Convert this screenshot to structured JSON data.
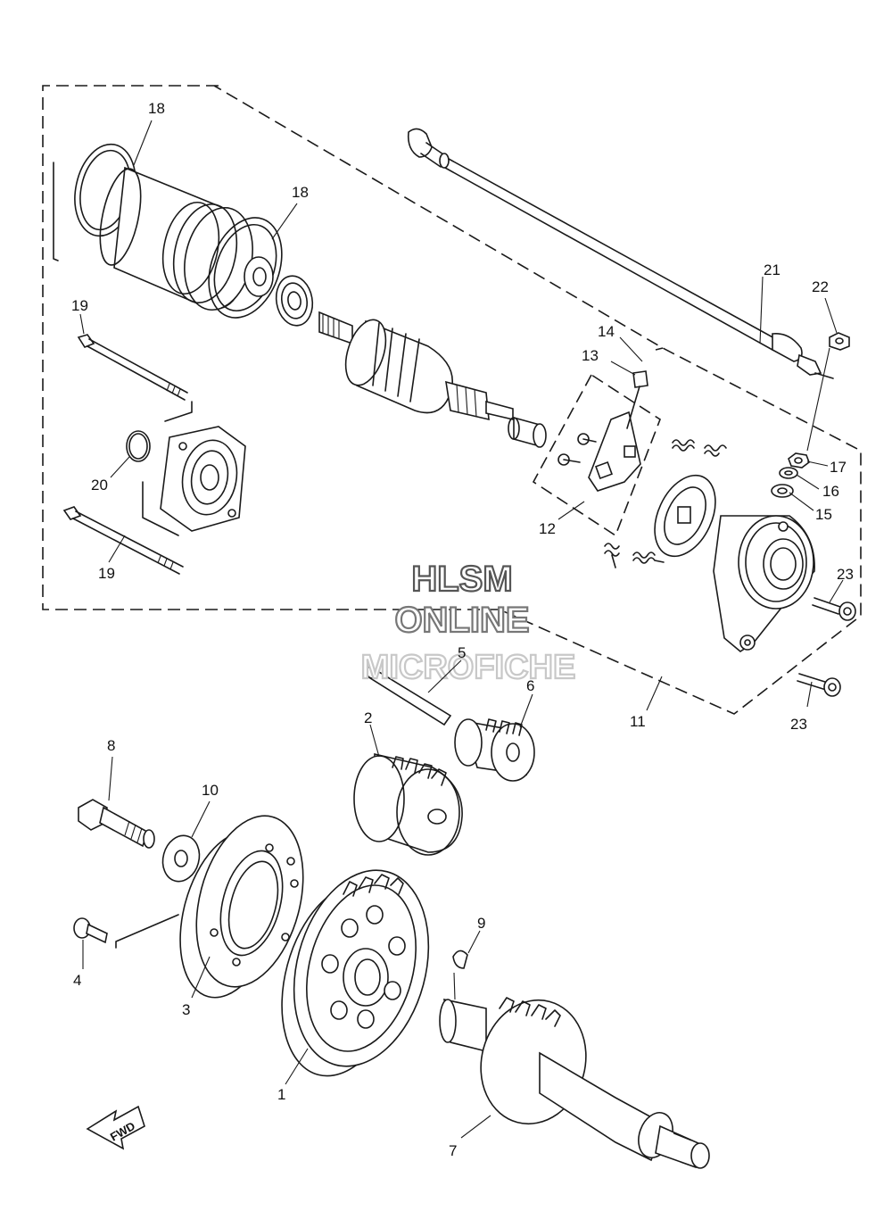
{
  "colors": {
    "line": "#1a1a1a",
    "background": "#ffffff",
    "watermark": "#555555",
    "watermark_faint": "#c8c8c8"
  },
  "watermark": {
    "line1": "HLSM",
    "line2": "ONLINE",
    "line3": "MICROFICHE"
  },
  "direction_marker": {
    "label": "FWD"
  },
  "callouts": {
    "c1": "1",
    "c2": "2",
    "c3": "3",
    "c4": "4",
    "c5": "5",
    "c6": "6",
    "c7": "7",
    "c8": "8",
    "c9": "9",
    "c10": "10",
    "c11": "11",
    "c12": "12",
    "c13": "13",
    "c14": "14",
    "c15": "15",
    "c16": "16",
    "c17": "17",
    "c18a": "18",
    "c18b": "18",
    "c19a": "19",
    "c19b": "19",
    "c20": "20",
    "c21": "21",
    "c22": "22",
    "c23a": "23",
    "c23b": "23"
  }
}
